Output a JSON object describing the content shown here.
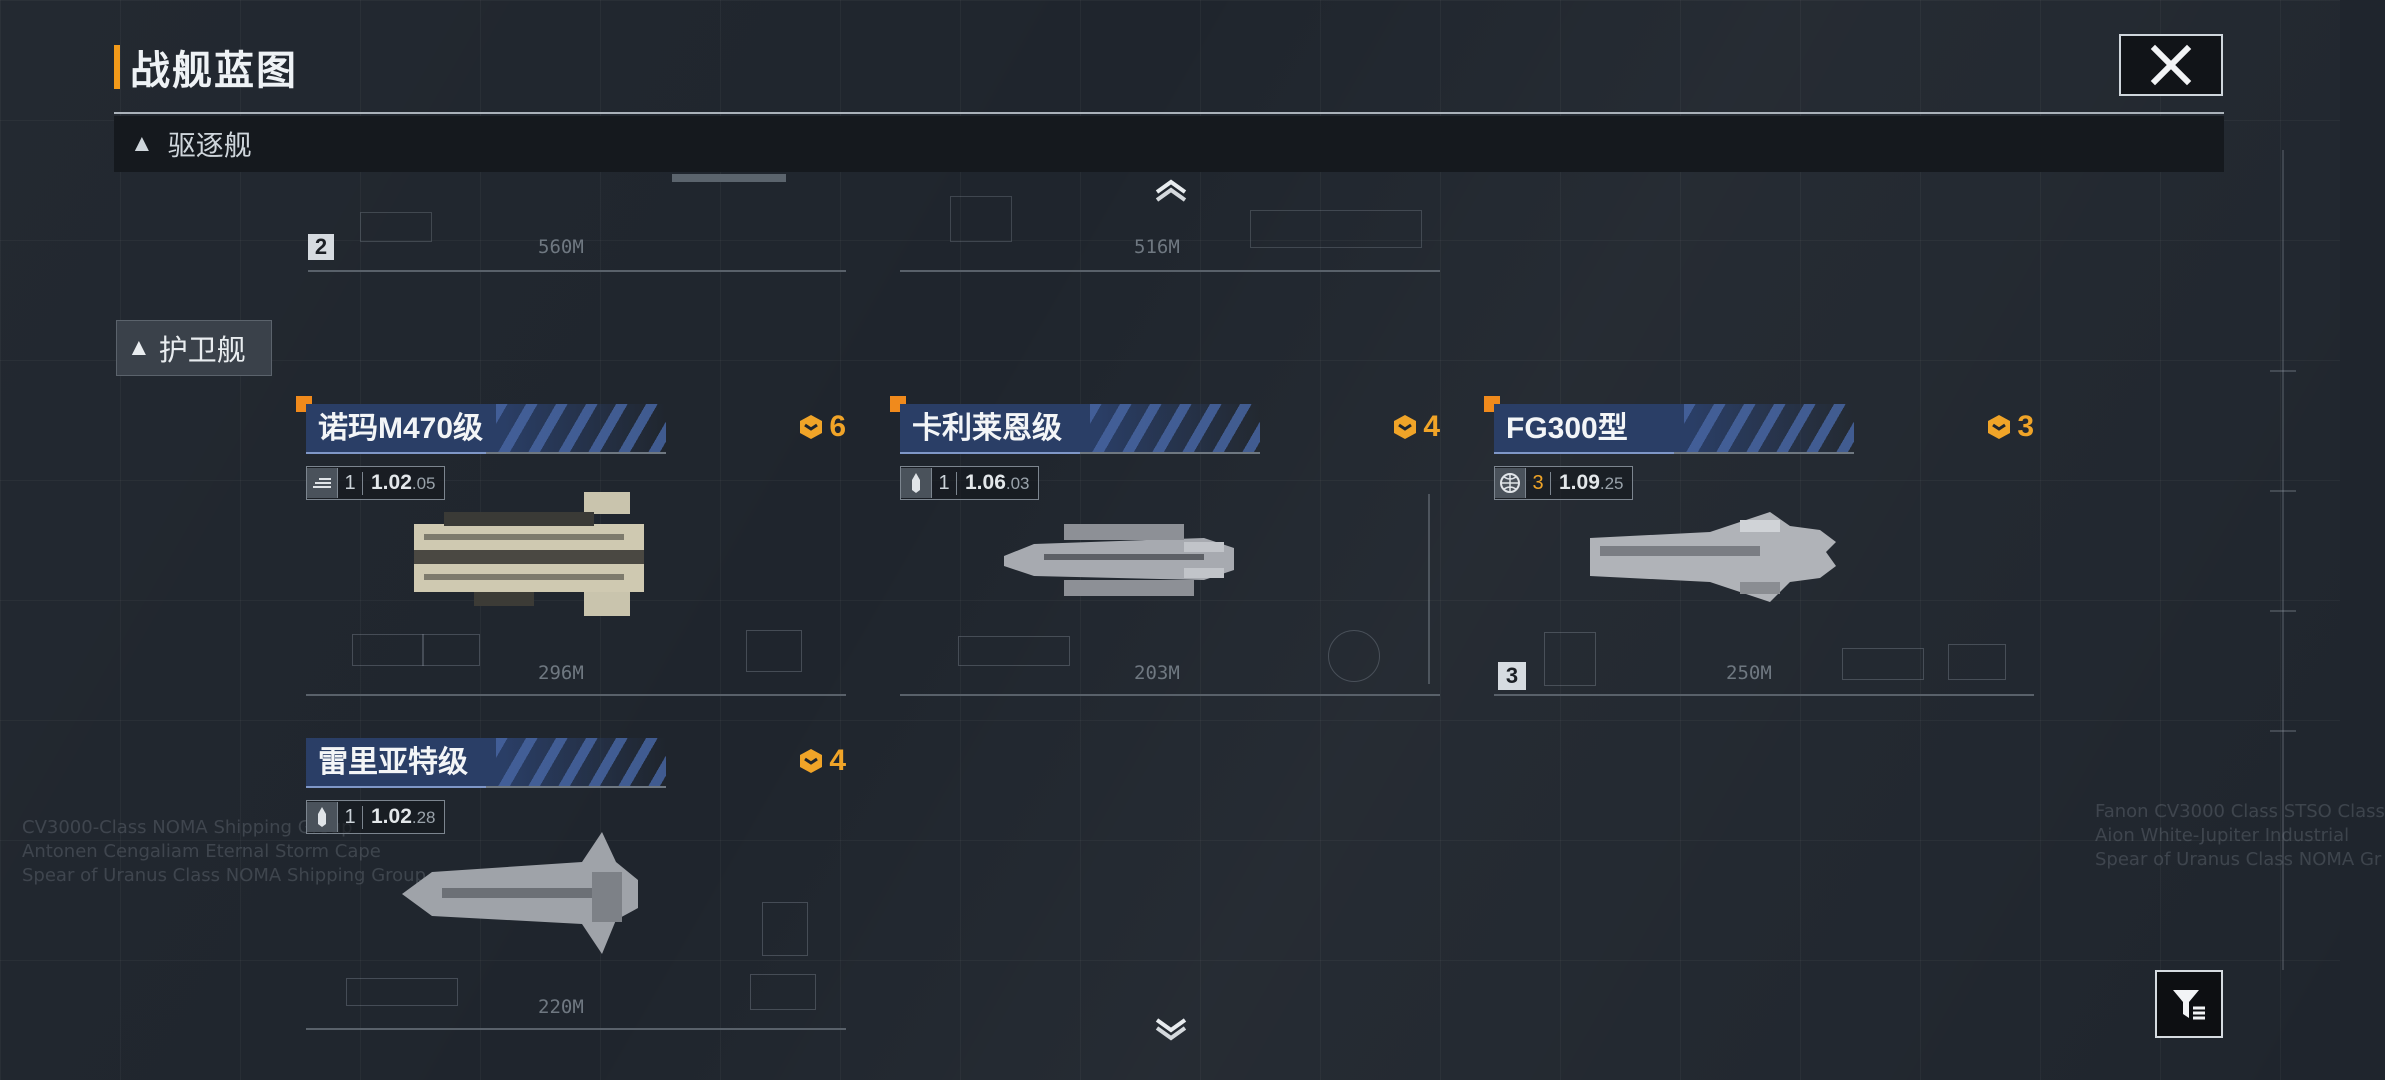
{
  "header": {
    "title": "战舰蓝图"
  },
  "sections": {
    "destroyer": {
      "label": "驱逐舰"
    },
    "frigate": {
      "label": "护卫舰"
    }
  },
  "top_row_scales": [
    "560M",
    "516M"
  ],
  "top_row_tier_badge": "2",
  "ships": [
    {
      "name": "诺玛M470级",
      "cost": "6",
      "stat_icon": "speed-icon",
      "tier": "1",
      "version": "1.02",
      "version_sub": ".05",
      "scale": "296M"
    },
    {
      "name": "卡利莱恩级",
      "cost": "4",
      "stat_icon": "missile-icon",
      "tier": "1",
      "version": "1.06",
      "version_sub": ".03",
      "scale": "203M"
    },
    {
      "name": "FG300型",
      "cost": "3",
      "stat_icon": "globe-icon",
      "tier": "3",
      "version": "1.09",
      "version_sub": ".25",
      "scale": "250M",
      "badge": "3"
    },
    {
      "name": "雷里亚特级",
      "cost": "4",
      "stat_icon": "missile-icon",
      "tier": "1",
      "version": "1.02",
      "version_sub": ".28",
      "scale": "220M"
    }
  ],
  "background_text": {
    "left": "CV3000-Class NOMA Shipping Group\nAntonen Cengaliam Eternal Storm Cape\nSpear of Uranus Class NOMA Shipping Group",
    "right": "Fanon CV3000 Class STSO Class\nAion White-Jupiter Industrial\nSpear of Uranus Class NOMA Gr"
  },
  "colors": {
    "accent": "#f29a1a",
    "name_bar": "#2a3e66",
    "cost": "#f0a428",
    "bg": "#1f252d"
  }
}
